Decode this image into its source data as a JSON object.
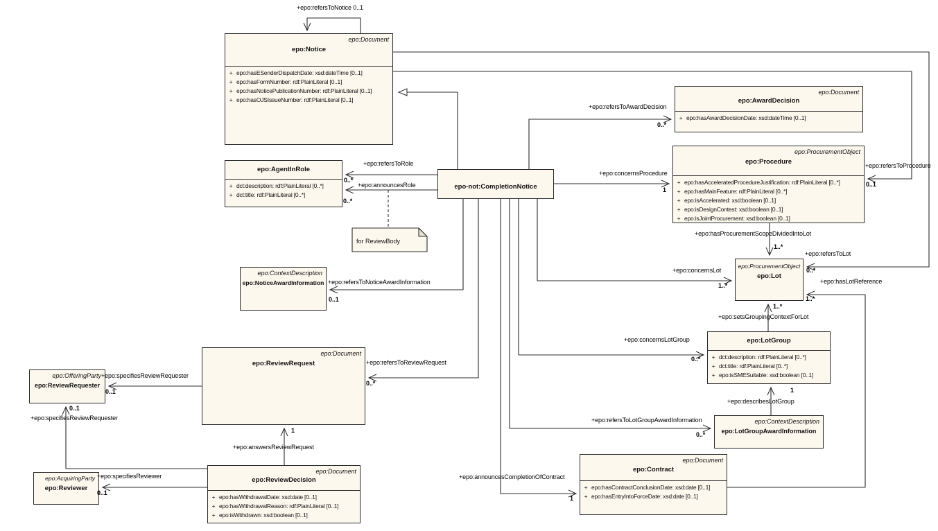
{
  "ui": {
    "plus": "+"
  },
  "classes": {
    "notice": {
      "stereotype": "epo:Document",
      "title": "epo:Notice",
      "attributes": [
        "epo:hasESenderDispatchDate: xsd:dateTime [0..1]",
        "epo:hasFormNumber: rdf:PlainLiteral [0..1]",
        "epo:hasNoticePublicationNumber: rdf:PlainLiteral [0..1]",
        "epo:hasOJSIssueNumber: rdf:PlainLiteral [0..1]"
      ]
    },
    "agentInRole": {
      "title": "epo:AgentInRole",
      "attributes": [
        "dct:description: rdf:PlainLiteral [0..*]",
        "dct:title: rdf:PlainLiteral [0..*]"
      ]
    },
    "completionNotice": {
      "title": "epo-not:CompletionNotice"
    },
    "awardDecision": {
      "stereotype": "epo:Document",
      "title": "epo:AwardDecision",
      "attributes": [
        "epo:hasAwardDecisionDate: xsd:dateTime [0..1]"
      ]
    },
    "procedure": {
      "stereotype": "epo:ProcurementObject",
      "title": "epo:Procedure",
      "attributes": [
        "epo:hasAcceleratedProcedureJustification: rdf:PlainLiteral [0..*]",
        "epo:hasMainFeature: rdf:PlainLiteral [0..*]",
        "epo:isAccelerated: xsd:boolean [0..1]",
        "epo:isDesignContest: xsd:boolean [0..1]",
        "epo:isJointProcurement: xsd:boolean [0..1]"
      ]
    },
    "lot": {
      "stereotype": "epo:ProcurementObject",
      "title": "epo:Lot"
    },
    "lotGroup": {
      "title": "epo:LotGroup",
      "attributes": [
        "dct:description: rdf:PlainLiteral [0..*]",
        "dct:title: rdf:PlainLiteral [0..*]",
        "epo:isSMESuitable: xsd:boolean [0..1]"
      ]
    },
    "lotGroupAwardInformation": {
      "stereotype": "epo:ContextDescription",
      "title": "epo:LotGroupAwardInformation"
    },
    "contract": {
      "stereotype": "epo:Document",
      "title": "epo:Contract",
      "attributes": [
        "epo:hasContractConclusionDate: xsd:date [0..1]",
        "epo:hasEntryIntoForceDate: xsd:date [0..1]"
      ]
    },
    "noticeAwardInformation": {
      "stereotype": "epo:ContextDescription",
      "title": "epo:NoticeAwardInformation"
    },
    "reviewRequest": {
      "stereotype": "epo:Document",
      "title": "epo:ReviewRequest"
    },
    "reviewRequester": {
      "stereotype": "epo:OfferingParty",
      "title": "epo:ReviewRequester"
    },
    "reviewer": {
      "stereotype": "epo:AcquiringParty",
      "title": "epo:Reviewer"
    },
    "reviewDecision": {
      "stereotype": "epo:Document",
      "title": "epo:ReviewDecision",
      "attributes": [
        "epo:hasWithdrawalDate: xsd:date [0..1]",
        "epo:hasWithdrawalReason: rdf:PlainLiteral [0..1]",
        "epo:isWithdrawn: xsd:boolean [0..1]"
      ]
    }
  },
  "note": {
    "text": "for ReviewBody"
  },
  "edges": {
    "refersToNotice": {
      "label": "+epo:refersToNotice 0..1"
    },
    "refersToRole": {
      "label": "+epo:refersToRole",
      "mult": "0..*"
    },
    "announcesRole": {
      "label": "+epo:announcesRole",
      "mult": "0..*"
    },
    "refersToAwardDecision": {
      "label": "+epo:refersToAwardDecision",
      "mult": "0..*"
    },
    "concernsProcedure": {
      "label": "+epo:concernsProcedure",
      "mult": "1"
    },
    "refersToProcedure": {
      "label": "+epo:refersToProcedure",
      "mult": "0..1"
    },
    "hasProcurementScopeDividedIntoLot": {
      "label": "+epo:hasProcurementScopeDividedIntoLot",
      "mult": "1..*"
    },
    "concernsLot": {
      "label": "+epo:concernsLot",
      "mult": "1..*"
    },
    "refersToLot": {
      "label": "+epo:refersToLot",
      "mult": "0..*"
    },
    "hasLotReference": {
      "label": "+epo:hasLotReference",
      "mult": "1..*"
    },
    "setsGroupingContextForLot": {
      "label": "+epo:setsGroupingContextForLot",
      "mult": "1..*"
    },
    "concernsLotGroup": {
      "label": "+epo:concernsLotGroup",
      "mult": "0..*"
    },
    "describesLotGroup": {
      "label": "+epo:describesLotGroup",
      "mult": "1"
    },
    "refersToLotGroupAwardInformation": {
      "label": "+epo:refersToLotGroupAwardInformation",
      "mult": "0..*"
    },
    "announcesCompletionOfContract": {
      "label": "+epo:announcesCompletionOfContract",
      "mult": "1"
    },
    "refersToNoticeAwardInformation": {
      "label": "+epo:refersToNoticeAwardInformation",
      "mult": "0..1"
    },
    "refersToReviewRequest": {
      "label": "+epo:refersToReviewRequest",
      "mult": "0..*"
    },
    "specifiesReviewRequesterFromRequest": {
      "label": "+epo:specifiesReviewRequester",
      "mult": "0..1"
    },
    "specifiesReviewRequesterFromDecision": {
      "label": "+epo:specifiesReviewRequester",
      "mult": "0..1"
    },
    "answersReviewRequest": {
      "label": "+epo:answersReviewRequest",
      "mult": "1"
    },
    "specifiesReviewer": {
      "label": "+epo:specifiesReviewer",
      "mult": "0..1"
    }
  }
}
